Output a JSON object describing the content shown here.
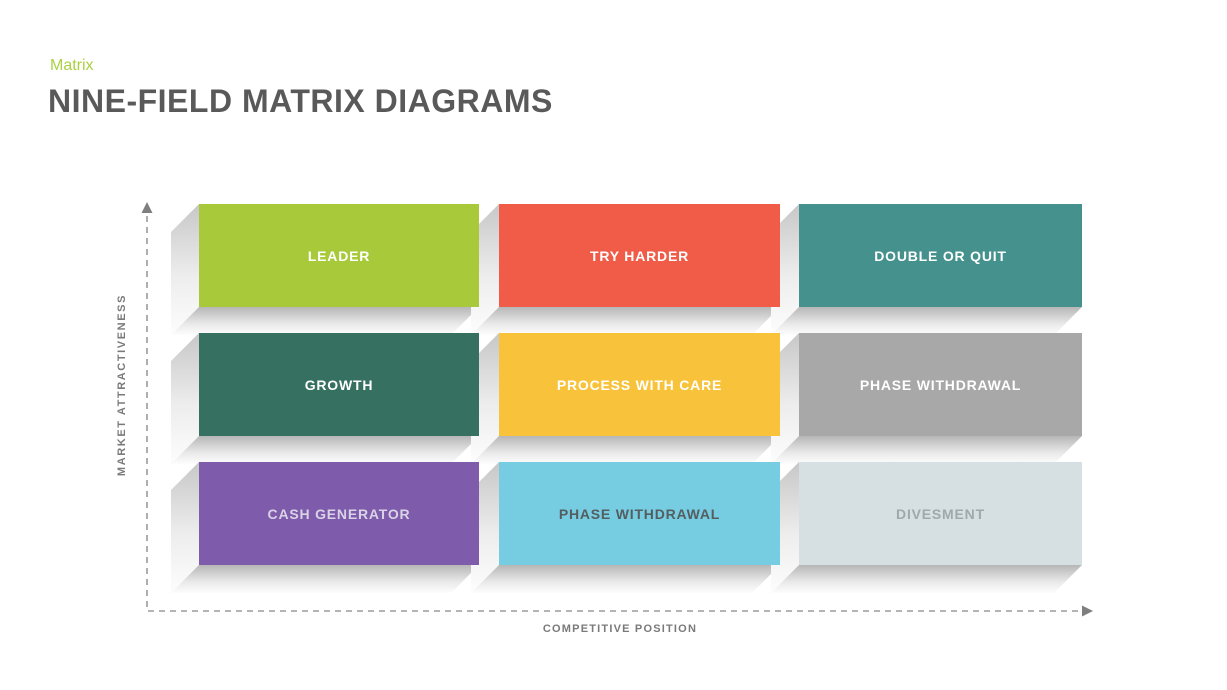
{
  "slide": {
    "eyebrow": "Matrix",
    "title": "NINE-FIELD MATRIX DIAGRAMS",
    "accent_color": "#abd044",
    "title_color": "#595959"
  },
  "axes": {
    "y_label": "MARKET ATTRACTIVENESS",
    "x_label": "COMPETITIVE POSITION",
    "line_color": "#9b9b9b",
    "arrow_color": "#7f7f7f",
    "label_color": "#7a7a7a"
  },
  "matrix": {
    "cells": [
      {
        "label": "LEADER",
        "bg": "#a8ca3a",
        "fg": "#ffffff"
      },
      {
        "label": "TRY HARDER",
        "bg": "#f15c49",
        "fg": "#ffffff"
      },
      {
        "label": "DOUBLE OR QUIT",
        "bg": "#44918d",
        "fg": "#ffffff"
      },
      {
        "label": "GROWTH",
        "bg": "#357061",
        "fg": "#ffffff"
      },
      {
        "label": "PROCESS WITH CARE",
        "bg": "#f8c33b",
        "fg": "#ffffff"
      },
      {
        "label": "PHASE WITHDRAWAL",
        "bg": "#a8a8a8",
        "fg": "#ffffff"
      },
      {
        "label": "CASH GENERATOR",
        "bg": "#7e5bab",
        "fg": "#d9d3e6"
      },
      {
        "label": "PHASE WITHDRAWAL",
        "bg": "#76cde2",
        "fg": "#545d60"
      },
      {
        "label": "DIVESMENT",
        "bg": "#d6dfe1",
        "fg": "#9fa8ab"
      }
    ]
  }
}
